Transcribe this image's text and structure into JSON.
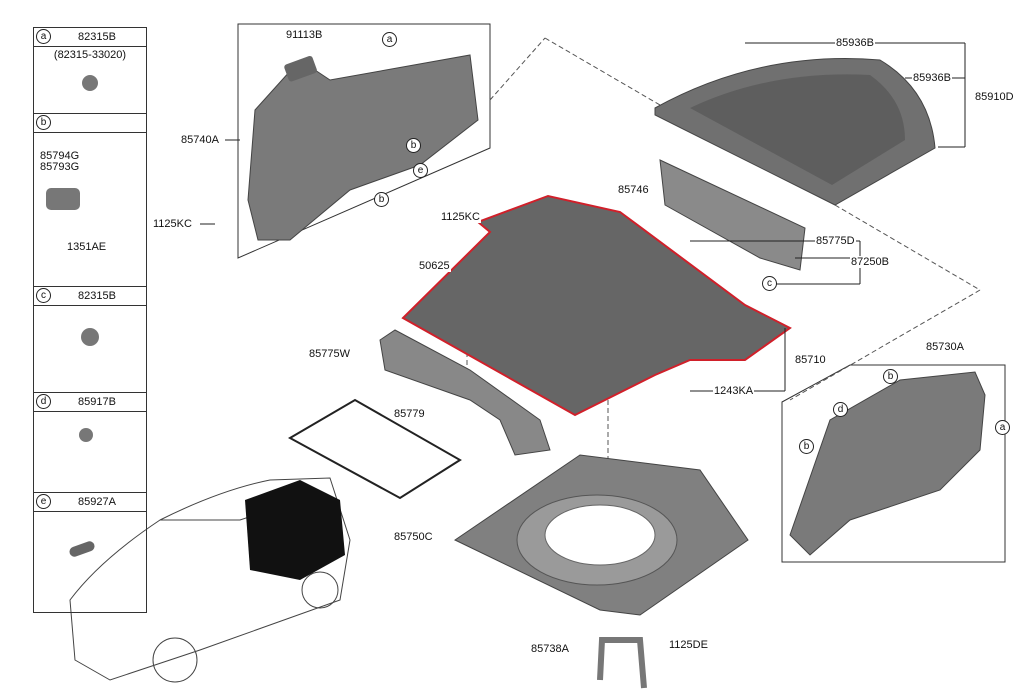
{
  "legend": [
    {
      "letter": "a",
      "part": "82315B",
      "sub": "(82315-33020)",
      "icon": "clip-icon"
    },
    {
      "letter": "b",
      "part": "",
      "labels": [
        "85794G",
        "85793G",
        "1351AE"
      ],
      "icon": "fastener-pad-icon"
    },
    {
      "letter": "c",
      "part": "82315B",
      "icon": "clip-icon"
    },
    {
      "letter": "d",
      "part": "85917B",
      "icon": "hook-icon"
    },
    {
      "letter": "e",
      "part": "85927A",
      "icon": "hook-icon"
    }
  ],
  "labels": {
    "p91113B": "91113B",
    "p85740A": "85740A",
    "p1125KC_a": "1125KC",
    "p1125KC_b": "1125KC",
    "p85936B_a": "85936B",
    "p85936B_b": "85936B",
    "p85910D": "85910D",
    "p85746": "85746",
    "p85775D": "85775D",
    "p87250B": "87250B",
    "p50625": "50625",
    "p85775W": "85775W",
    "p85710": "85710",
    "p1243KA": "1243KA",
    "p85730A": "85730A",
    "p85779": "85779",
    "p85750C": "85750C",
    "p85738A": "85738A",
    "p1125DE": "1125DE"
  },
  "callouts": {
    "a": "a",
    "b": "b",
    "c": "c",
    "d": "d",
    "e": "e"
  },
  "colors": {
    "highlight": "#d0202a",
    "part": "#6f6f6f"
  }
}
